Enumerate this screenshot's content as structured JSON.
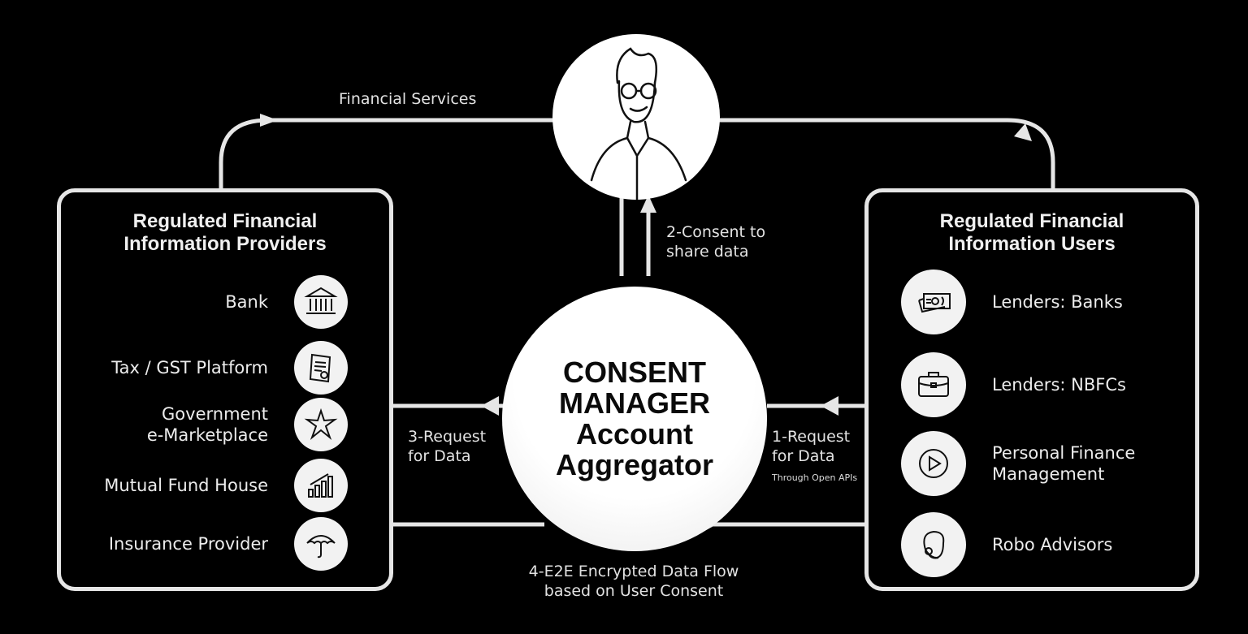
{
  "center": {
    "lines": [
      "CONSENT",
      "MANAGER",
      "Account",
      "Aggregator"
    ]
  },
  "user": {
    "icon": "user-avatar-illustration"
  },
  "flows": {
    "financial_services": "Financial Services",
    "step1": [
      "1-Request",
      "for Data"
    ],
    "step1_note": "Through Open APIs",
    "step2": [
      "2-Consent to",
      "share data"
    ],
    "step3": [
      "3-Request",
      "for Data"
    ],
    "step4": [
      "4-E2E Encrypted Data Flow",
      "based on User Consent"
    ]
  },
  "providers": {
    "title": [
      "Regulated Financial",
      "Information Providers"
    ],
    "items": [
      {
        "label": [
          "Bank"
        ],
        "icon": "bank-icon"
      },
      {
        "label": [
          "Tax / GST Platform"
        ],
        "icon": "tax-document-icon"
      },
      {
        "label": [
          "Government",
          "e-Marketplace"
        ],
        "icon": "star-burst-icon"
      },
      {
        "label": [
          "Mutual Fund House"
        ],
        "icon": "bar-growth-icon"
      },
      {
        "label": [
          "Insurance Provider"
        ],
        "icon": "umbrella-icon"
      }
    ]
  },
  "users": {
    "title": [
      "Regulated Financial",
      "Information Users"
    ],
    "items": [
      {
        "label": [
          "Lenders: Banks"
        ],
        "icon": "cash-icon"
      },
      {
        "label": [
          "Lenders: NBFCs"
        ],
        "icon": "briefcase-icon"
      },
      {
        "label": [
          "Personal Finance",
          "Management"
        ],
        "icon": "play-icon"
      },
      {
        "label": [
          "Robo Advisors"
        ],
        "icon": "headset-icon"
      }
    ]
  },
  "colors": {
    "background": "#000000",
    "foreground": "#e6e6e6",
    "circle": "#ffffff"
  }
}
